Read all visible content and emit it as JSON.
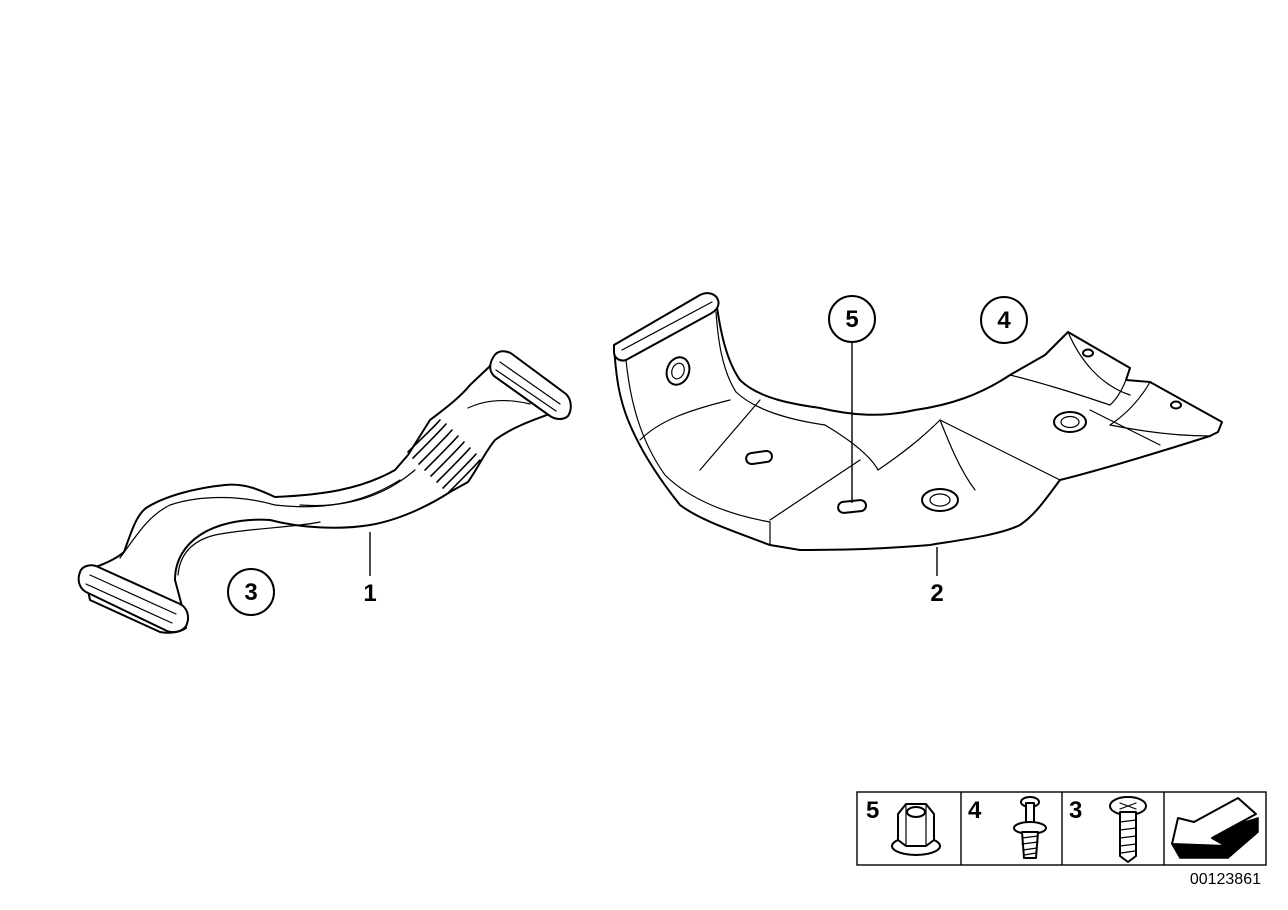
{
  "diagram": {
    "parts": [
      {
        "number": "1",
        "name": "air-duct-left"
      },
      {
        "number": "2",
        "name": "bracket-duct-right"
      }
    ],
    "callouts": [
      "3",
      "5",
      "4"
    ],
    "legend": [
      {
        "number": "5",
        "icon": "flange-nut-icon"
      },
      {
        "number": "4",
        "icon": "expanding-rivet-icon"
      },
      {
        "number": "3",
        "icon": "phillips-screw-icon"
      },
      {
        "number": "",
        "icon": "direction-arrow-icon"
      }
    ],
    "diagram_id": "00123861"
  }
}
